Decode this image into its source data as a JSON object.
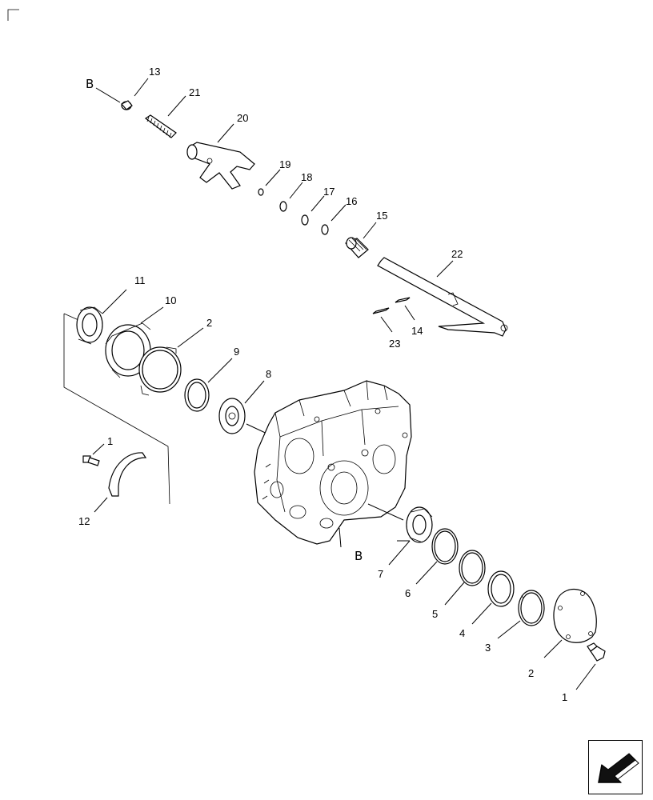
{
  "diagram": {
    "callouts": [
      {
        "id": "13",
        "label": "13"
      },
      {
        "id": "21",
        "label": "21"
      },
      {
        "id": "20",
        "label": "20"
      },
      {
        "id": "19",
        "label": "19"
      },
      {
        "id": "18",
        "label": "18"
      },
      {
        "id": "17",
        "label": "17"
      },
      {
        "id": "16",
        "label": "16"
      },
      {
        "id": "15",
        "label": "15"
      },
      {
        "id": "22",
        "label": "22"
      },
      {
        "id": "14",
        "label": "14"
      },
      {
        "id": "23",
        "label": "23"
      },
      {
        "id": "11",
        "label": "11"
      },
      {
        "id": "10",
        "label": "10"
      },
      {
        "id": "2a",
        "label": "2"
      },
      {
        "id": "9",
        "label": "9"
      },
      {
        "id": "8",
        "label": "8"
      },
      {
        "id": "1a",
        "label": "1"
      },
      {
        "id": "12",
        "label": "12"
      },
      {
        "id": "7",
        "label": "7"
      },
      {
        "id": "6",
        "label": "6"
      },
      {
        "id": "5",
        "label": "5"
      },
      {
        "id": "4",
        "label": "4"
      },
      {
        "id": "3",
        "label": "3"
      },
      {
        "id": "2b",
        "label": "2"
      },
      {
        "id": "1b",
        "label": "1"
      }
    ],
    "references": {
      "b_top": "B",
      "b_bottom": "B"
    }
  },
  "nav": {
    "icon": "arrow-down-left-icon"
  },
  "colors": {
    "line": "#000000",
    "background": "#ffffff",
    "arrow_fill": "#111111"
  }
}
